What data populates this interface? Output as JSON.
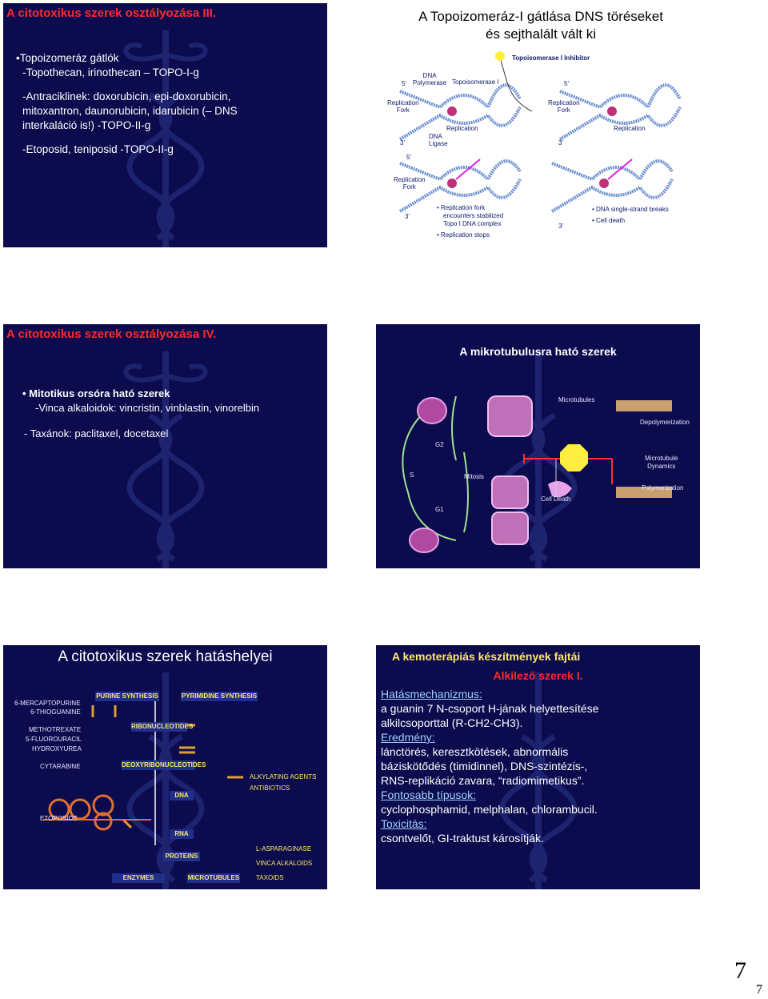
{
  "slide1": {
    "title": "A citotoxikus szerek osztályozása III.",
    "bullet_head": "•Topoizomeráz gátlók",
    "line1": "-Topothecan, irinothecan – TOPO-I-g",
    "line2a": "-Antraciklinek: doxorubicin, epi-doxorubicin,",
    "line2b": "mitoxantron, daunorubicin, idarubicin (– DNS",
    "line2c": "interkaláció is!) -TOPO-II-g",
    "line3": "-Etoposid, teniposid -TOPO-II-g"
  },
  "slide2": {
    "title1": "A Topoizomeráz-I gátlása DNS töréseket",
    "title2": "és sejthalált vált ki",
    "inhibitor": "Topoisomerase I Inhibitor",
    "dna_polymerase1": "DNA",
    "dna_polymerase2": "Polymerase",
    "topoisomerase": "Topoisomerase I",
    "replication_fork1": "Replication",
    "replication_fork2": "Fork",
    "replication": "Replication",
    "dna_ligase1": "DNA",
    "dna_ligase2": "Ligase",
    "five_prime": "5'",
    "three_prime": "3'",
    "bullet1a": "Replication fork",
    "bullet1b": "encounters stabilized",
    "bullet1c": "Topo I DNA complex",
    "bullet2": "Replication stops",
    "bullet3": "DNA single-strand breaks",
    "bullet4": "Cell death"
  },
  "slide3": {
    "title": "A citotoxikus szerek osztályozása IV.",
    "bullet_head": "Mitotikus orsóra ható szerek",
    "line1": "-Vinca alkaloidok: vincristin, vinblastin, vinorelbin",
    "line2": "- Taxánok: paclitaxel, docetaxel"
  },
  "slide4": {
    "title": "A mikrotubulusra ható szerek",
    "microtubules": "Microtubules",
    "depolymerization": "Depolymerization",
    "g2": "G2",
    "s": "S",
    "mitosis": "Mitosis",
    "g1": "G1",
    "cell_death": "Cell Death",
    "dynamics1": "Microtubule",
    "dynamics2": "Dynamics",
    "polymerization": "Polymerization"
  },
  "slide5": {
    "title": "A citotoxikus szerek hatáshelyei",
    "purine": "PURINE SYNTHESIS",
    "pyrimidine": "PYRIMIDINE SYNTHESIS",
    "ribonucleotides": "RIBONUCLEOTIDES",
    "deoxy": "DEOXYRIBONUCLEOTIDES",
    "dna": "DNA",
    "rna": "RNA",
    "proteins": "PROTEINS",
    "enzymes": "ENZYMES",
    "microtubules": "MICROTUBULES",
    "mercapto": "6-MERCAPTOPURINE",
    "thioguanine": "6-THIOGUANINE",
    "methotrexate": "METHOTREXATE",
    "fluorouracil": "5-FLUOROURACIL",
    "hydroxyurea": "HYDROXYUREA",
    "cytarabine": "CYTARABINE",
    "etoposide": "ETOPOSIDE",
    "alkylating": "ALKYLATING AGENTS",
    "antibiotics": "ANTIBIOTICS",
    "asparaginase": "L-ASPARAGINASE",
    "vinca": "VINCA ALKALOIDS",
    "taxoids": "TAXOIDS"
  },
  "slide6": {
    "title": "A kemoterápiás készítmények fajtái",
    "subtitle": "Alkilező szerek I.",
    "h1": "Hatásmechanizmus:",
    "t1a": "a guanin 7 N-csoport H-jának helyettesítése",
    "t1b": "alkilcsoporttal (R-CH2-CH3).",
    "h2": "Eredmény:",
    "t2a": "lánctörés, keresztkötések, abnormális",
    "t2b": "báziskötődés (timidinnel), DNS-szintézis-,",
    "t2c": "RNS-replikáció zavara, “radiomimetikus”.",
    "h3": "Fontosabb típusok:",
    "t3": "cyclophosphamid, melphalan, chlorambucil.",
    "h4": "Toxicitás:",
    "t4": "csontvelőt, GI-traktust károsítják."
  },
  "page_number": "7",
  "page_number_small": "7"
}
